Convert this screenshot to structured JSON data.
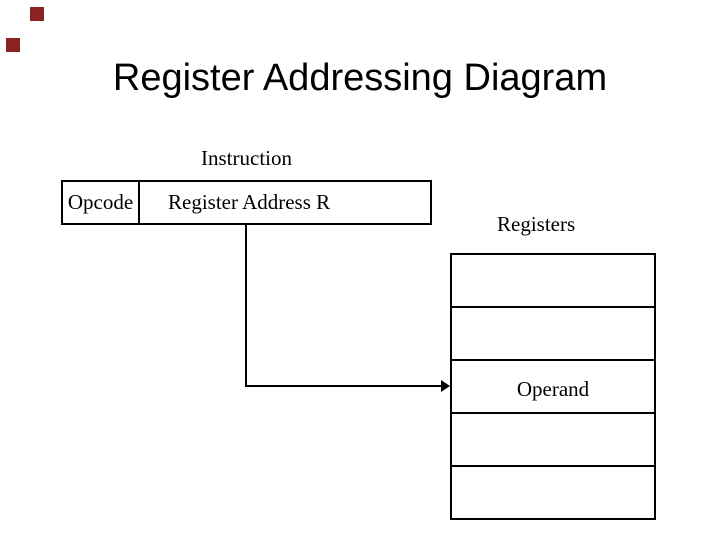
{
  "title": "Register Addressing Diagram",
  "instruction": {
    "label": "Instruction",
    "fields": [
      {
        "label": "Opcode"
      },
      {
        "label": "Register Address R"
      }
    ]
  },
  "registers": {
    "label": "Registers",
    "rows": [
      "",
      "",
      "Operand",
      "",
      ""
    ]
  },
  "arrow": {
    "from": "register-address-field",
    "to": "operand-register-row"
  },
  "colors": {
    "ink": "#000000",
    "background": "#ffffff",
    "decor_square": "#8B2323"
  }
}
